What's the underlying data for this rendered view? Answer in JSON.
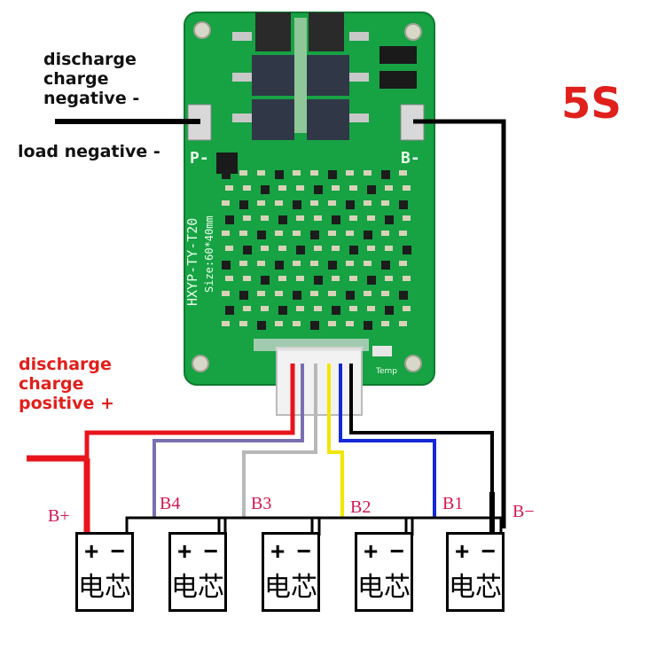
{
  "title": "5S",
  "labels": {
    "discharge_negative": "discharge\ncharge\nnegative -",
    "load_negative": "load negative -",
    "discharge_positive": "discharge\ncharge\npositive +"
  },
  "board": {
    "model": "HXYP-TY-T20",
    "size_text": "Size:60*40mm",
    "pad_p": "P-",
    "pad_b": "B-",
    "temp_label": "Temp"
  },
  "terminals": {
    "b_plus": "B+",
    "b4": "B4",
    "b3": "B3",
    "b2": "B2",
    "b1": "B1",
    "b_minus": "B−"
  },
  "cells": [
    {
      "plus": "+",
      "minus": "−",
      "name": "电芯"
    },
    {
      "plus": "+",
      "minus": "−",
      "name": "电芯"
    },
    {
      "plus": "+",
      "minus": "−",
      "name": "电芯"
    },
    {
      "plus": "+",
      "minus": "−",
      "name": "电芯"
    },
    {
      "plus": "+",
      "minus": "−",
      "name": "电芯"
    }
  ],
  "colors": {
    "pcb": "#17a244",
    "wire_red": "#e8141c",
    "wire_purple": "#7a6fb0",
    "wire_gray": "#b8b8b8",
    "wire_yellow": "#f2e600",
    "wire_blue": "#1428d8",
    "wire_black": "#000000",
    "accent_red": "#e0201c",
    "terminal_label": "#d01850"
  }
}
